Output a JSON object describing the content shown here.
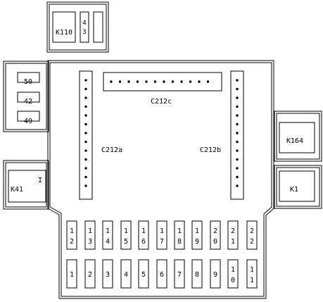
{
  "relays": {
    "k110": {
      "label": "K110",
      "stack": [
        "4",
        "3"
      ]
    },
    "k164": {
      "label": "K164"
    },
    "k1": {
      "label": "K1"
    },
    "k41": {
      "label": "K41",
      "mark": "I"
    }
  },
  "left_fuses": [
    "50",
    "42",
    "49"
  ],
  "connectors": {
    "c212a": "C212a",
    "c212b": "C212b",
    "c212c": "C212c"
  },
  "fuses_top": [
    [
      "1",
      "2"
    ],
    [
      "1",
      "3"
    ],
    [
      "1",
      "4"
    ],
    [
      "1",
      "5"
    ],
    [
      "1",
      "6"
    ],
    [
      "1",
      "7"
    ],
    [
      "1",
      "8"
    ],
    [
      "1",
      "9"
    ],
    [
      "2",
      "0"
    ],
    [
      "2",
      "1"
    ],
    [
      "2",
      "2"
    ]
  ],
  "fuses_bottom": [
    [
      "1"
    ],
    [
      "2"
    ],
    [
      "3"
    ],
    [
      "4"
    ],
    [
      "5"
    ],
    [
      "6"
    ],
    [
      "7"
    ],
    [
      "8"
    ],
    [
      "9"
    ],
    [
      "1",
      "0"
    ],
    [
      "1",
      "1"
    ]
  ],
  "colors": {
    "line": "#000000",
    "background": "#ffffff"
  }
}
